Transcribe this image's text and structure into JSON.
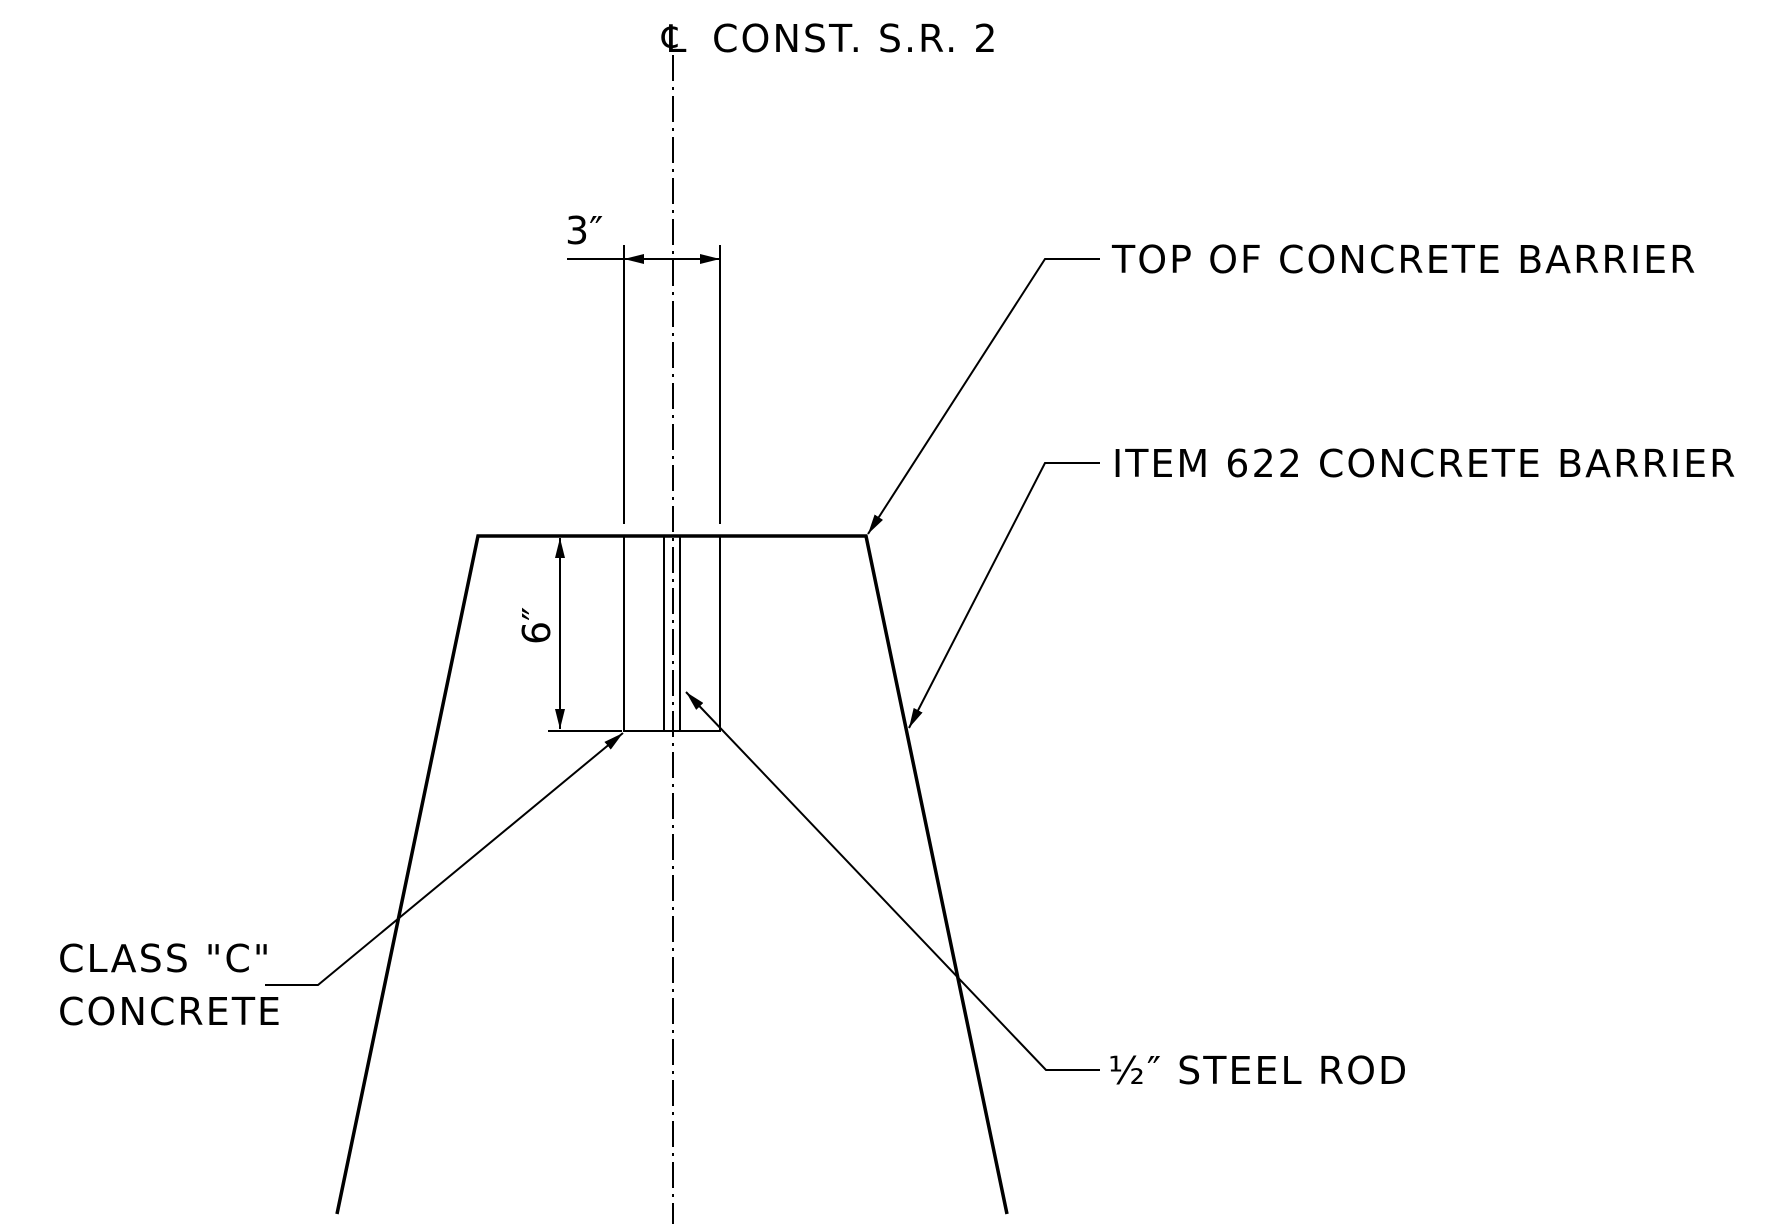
{
  "centerline": {
    "symbol": "℄",
    "label": "CONST. S.R. 2"
  },
  "dimensions": {
    "width_label": "3″",
    "depth_label": "6″"
  },
  "callouts": {
    "top_barrier": "TOP OF CONCRETE BARRIER",
    "item_barrier": "ITEM 622 CONCRETE BARRIER",
    "class_c_line1": "CLASS \"C\"",
    "class_c_line2": "CONCRETE",
    "steel_rod": "½″ STEEL ROD"
  }
}
